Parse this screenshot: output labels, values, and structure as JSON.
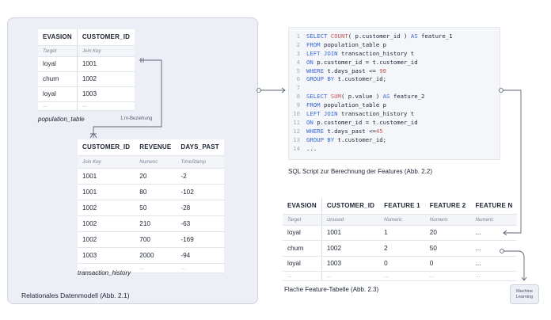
{
  "population_table": {
    "headers": [
      "EVASION",
      "CUSTOMER_ID"
    ],
    "meta": [
      "Target",
      "Join Key"
    ],
    "rows": [
      [
        "loyal",
        "1001"
      ],
      [
        "churn",
        "1002"
      ],
      [
        "loyal",
        "1003"
      ],
      [
        "...",
        "..."
      ]
    ],
    "caption": "population_table"
  },
  "relation_label": "1:m-Beziehung",
  "transaction_history": {
    "headers": [
      "CUSTOMER_ID",
      "REVENUE",
      "DAYS_PAST"
    ],
    "meta": [
      "Join Key",
      "Numeric",
      "TimeStamp"
    ],
    "rows": [
      [
        "1001",
        "20",
        "-2"
      ],
      [
        "1001",
        "80",
        "-102"
      ],
      [
        "1002",
        "50",
        "-28"
      ],
      [
        "1002",
        "210",
        "-63"
      ],
      [
        "1002",
        "700",
        "-169"
      ],
      [
        "1003",
        "2000",
        "-94"
      ],
      [
        "...",
        "...",
        "..."
      ]
    ],
    "caption": "transaction_history"
  },
  "left_panel_label": "Relationales Datenmodell (Abb. 2.1)",
  "sql": {
    "lines": [
      {
        "n": "1",
        "parts": [
          [
            "kw",
            "SELECT "
          ],
          [
            "fn",
            "COUNT"
          ],
          [
            "tx",
            "( p.customer_id ) "
          ],
          [
            "kw",
            "AS"
          ],
          [
            "tx",
            " feature_1"
          ]
        ]
      },
      {
        "n": "2",
        "parts": [
          [
            "kw",
            "FROM"
          ],
          [
            "tx",
            " population_table p"
          ]
        ]
      },
      {
        "n": "3",
        "parts": [
          [
            "kw",
            "LEFT JOIN"
          ],
          [
            "tx",
            " transaction_history t"
          ]
        ]
      },
      {
        "n": "4",
        "parts": [
          [
            "kw",
            "ON"
          ],
          [
            "tx",
            " p.customer_id = t.customer_id"
          ]
        ]
      },
      {
        "n": "5",
        "parts": [
          [
            "kw",
            "WHERE"
          ],
          [
            "tx",
            " t.days_past <= "
          ],
          [
            "num",
            "90"
          ]
        ]
      },
      {
        "n": "6",
        "parts": [
          [
            "kw",
            "GROUP BY"
          ],
          [
            "tx",
            " t.customer_id;"
          ]
        ]
      },
      {
        "n": "7",
        "parts": []
      },
      {
        "n": "8",
        "parts": [
          [
            "kw",
            "SELECT "
          ],
          [
            "fn",
            "SUM"
          ],
          [
            "tx",
            "( p.value ) "
          ],
          [
            "kw",
            "AS"
          ],
          [
            "tx",
            " feature_2"
          ]
        ]
      },
      {
        "n": "9",
        "parts": [
          [
            "kw",
            "FROM"
          ],
          [
            "tx",
            " population_table p"
          ]
        ]
      },
      {
        "n": "10",
        "parts": [
          [
            "kw",
            "LEFT JOIN"
          ],
          [
            "tx",
            " transaction_history t"
          ]
        ]
      },
      {
        "n": "11",
        "parts": [
          [
            "kw",
            "ON"
          ],
          [
            "tx",
            " p.customer_id = t.customer_id"
          ]
        ]
      },
      {
        "n": "12",
        "parts": [
          [
            "kw",
            "WHERE"
          ],
          [
            "tx",
            " t.days_past <="
          ],
          [
            "num",
            "45"
          ]
        ]
      },
      {
        "n": "13",
        "parts": [
          [
            "kw",
            "GROUP BY"
          ],
          [
            "tx",
            " t.customer_id;"
          ]
        ]
      },
      {
        "n": "14",
        "parts": [
          [
            "tx",
            "..."
          ]
        ]
      }
    ],
    "caption": "SQL Script zur Berechnung der Features (Abb. 2.2)"
  },
  "feature_table": {
    "headers": [
      "EVASION",
      "CUSTOMER_ID",
      "FEATURE 1",
      "FEATURE 2",
      "FEATURE N"
    ],
    "meta": [
      "Target",
      "Unused",
      "Numeric",
      "Numeric",
      "Numeric"
    ],
    "rows": [
      [
        "loyal",
        "1001",
        "1",
        "20",
        "..."
      ],
      [
        "churn",
        "1002",
        "2",
        "50",
        "..."
      ],
      [
        "loyal",
        "1003",
        "0",
        "0",
        "..."
      ],
      [
        "...",
        "...",
        "...",
        "...",
        "..."
      ]
    ],
    "caption": "Flache Feature-Tabelle (Abb. 2.3)"
  },
  "ml_box": {
    "line1": "Machine",
    "line2": "Learning"
  },
  "colors": {
    "panel": "#eceff5",
    "keyword": "#3a6ad6",
    "function": "#c15b56",
    "line": "#5a6272"
  }
}
